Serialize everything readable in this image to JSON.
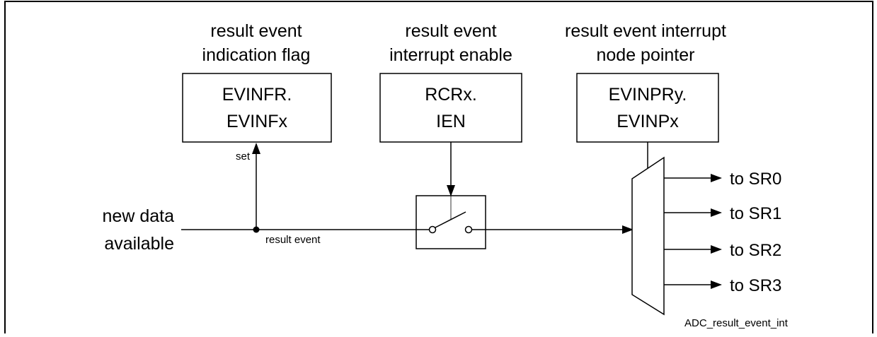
{
  "boxes": [
    {
      "header": [
        "result event",
        "indication flag"
      ],
      "register": [
        "EVINFR.",
        "EVINFx"
      ]
    },
    {
      "header": [
        "result event",
        "interrupt enable"
      ],
      "register": [
        "RCRx.",
        "IEN"
      ]
    },
    {
      "header": [
        "result event interrupt",
        "node pointer"
      ],
      "register": [
        "EVINPRy.",
        "EVINPx"
      ]
    }
  ],
  "input_label": [
    "new data",
    "available"
  ],
  "set_label": "set",
  "event_label": "result event",
  "outputs": [
    "to SR0",
    "to SR1",
    "to SR2",
    "to SR3"
  ],
  "figure_id": "ADC_result_event_int"
}
